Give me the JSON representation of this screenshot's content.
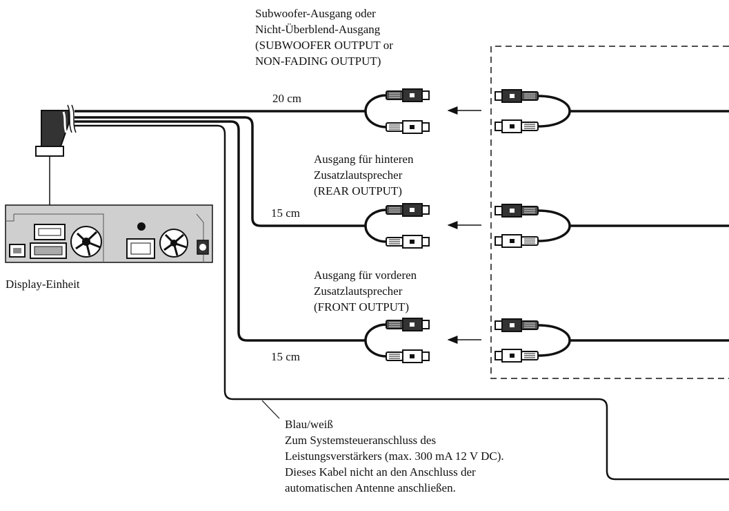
{
  "labels": {
    "subwoofer": [
      "Subwoofer-Ausgang oder",
      "Nicht-Überblend-Ausgang",
      "(SUBWOOFER OUTPUT or",
      "NON-FADING OUTPUT)"
    ],
    "rear": [
      "Ausgang für hinteren",
      "Zusatzlautsprecher",
      "(REAR OUTPUT)"
    ],
    "front": [
      "Ausgang für vorderen",
      "Zusatzlautsprecher",
      "(FRONT OUTPUT)"
    ],
    "blue_white": [
      "Blau/weiß",
      "Zum Systemsteueranschluss des",
      "Leistungsverstärkers (max. 300 mA 12 V DC).",
      "Dieses Kabel nicht an den Anschluss der",
      "automatischen Antenne anschließen."
    ],
    "display_unit": "Display-Einheit"
  },
  "lengths": {
    "subwoofer": "20 cm",
    "rear": "15 cm",
    "front": "15 cm"
  }
}
